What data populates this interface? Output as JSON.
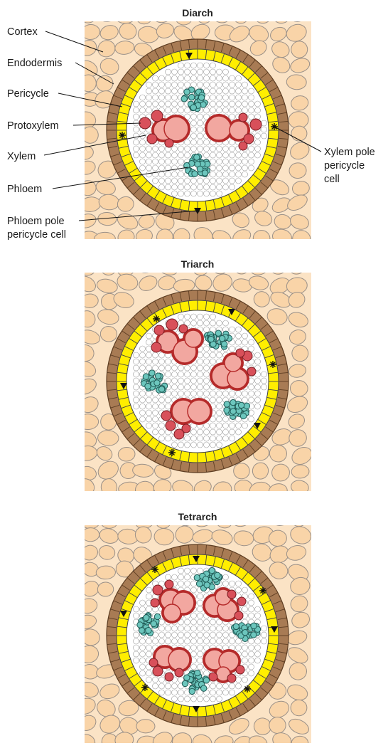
{
  "panels": [
    {
      "id": "diarch",
      "title": "Diarch"
    },
    {
      "id": "triarch",
      "title": "Triarch"
    },
    {
      "id": "tetrarch",
      "title": "Tetrarch"
    }
  ],
  "labels": {
    "cortex": "Cortex",
    "endodermis": "Endodermis",
    "pericycle": "Pericycle",
    "protoxylem": "Protoxylem",
    "xylem": "Xylem",
    "phloem": "Phloem",
    "phloem_pole_1": "Phloem pole",
    "phloem_pole_2": "pericycle cell",
    "xylem_pole_1": "Xylem pole",
    "xylem_pole_2": "pericycle",
    "xylem_pole_3": "cell"
  },
  "colors": {
    "cortex_fill": "#f9d4a8",
    "cortex_stroke": "#9a9088",
    "endodermis": "#a87b54",
    "pericycle": "#ffee00",
    "vascular_cell_stroke": "#9a9a9a",
    "xylem_fill": "#f2a7a0",
    "xylem_stroke": "#b52a2a",
    "protoxylem_fill": "#d8505a",
    "phloem_fill": "#6cc6bd",
    "phloem_stroke": "#1f5a55"
  }
}
